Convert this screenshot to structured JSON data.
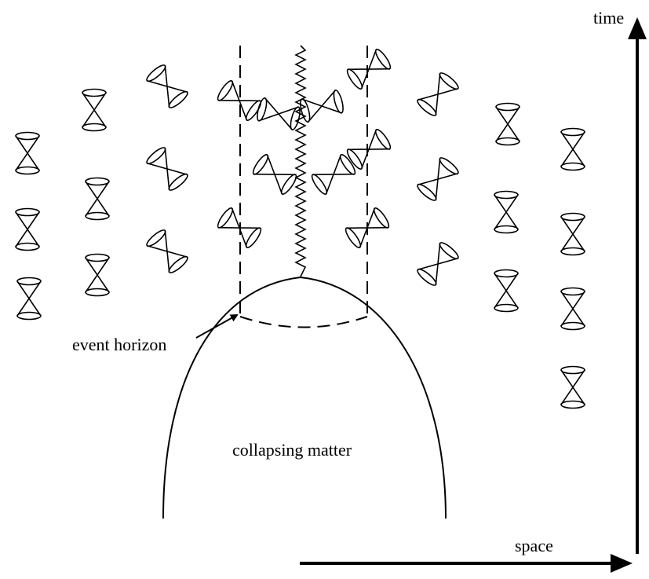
{
  "labels": {
    "time": "time",
    "space": "space",
    "event_horizon": "event horizon",
    "collapsing_matter": "collapsing matter"
  }
}
